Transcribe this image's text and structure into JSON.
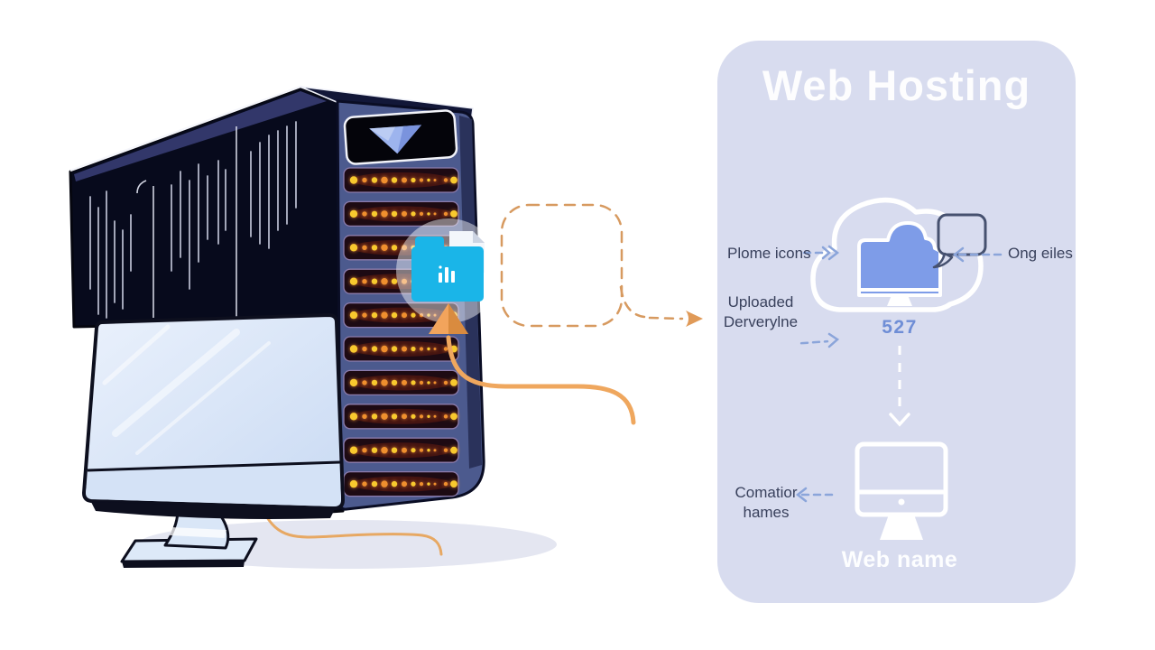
{
  "panel": {
    "title": "Web Hosting",
    "number": "527",
    "caption": "Web name",
    "labels": {
      "files": "Plome icons",
      "sites": "Ong eiles",
      "upload_line1": "Uploaded",
      "upload_line2": "Derverylne",
      "domain_line1": "Comatior",
      "domain_line2": "hames"
    },
    "icons": {
      "cloud": "cloud-icon",
      "folder_in_cloud": "cloud-folder-icon",
      "speech_bubble": "speech-bubble-icon",
      "monitor": "monitor-icon",
      "arrow_down": "arrow-down-icon"
    },
    "colors": {
      "panel_bg": "#d8dcef",
      "label_text": "#39415c",
      "dashed_arrow_blue": "#8ba5da",
      "number_blue": "#6f8ed6",
      "cloud_inner_blue": "#7e9ce8",
      "white": "#ffffff"
    }
  },
  "illustration": {
    "server": {
      "led_row_count": 10,
      "led_yellow": "#f8c92f",
      "led_orange": "#ef8f2e",
      "front_color": "#4c5a8e",
      "body_color": "#070a1c"
    },
    "folder_color": "#1ab5e8",
    "arrow_orange": "#eda45c",
    "icons": {
      "server": "server-tower-icon",
      "monitor": "desktop-monitor-icon",
      "folder": "upload-folder-icon",
      "up_arrow": "up-arrow-icon",
      "route": "dashed-route-box",
      "route_arrow": "dashed-arrow-icon",
      "cable": "power-cable"
    }
  }
}
